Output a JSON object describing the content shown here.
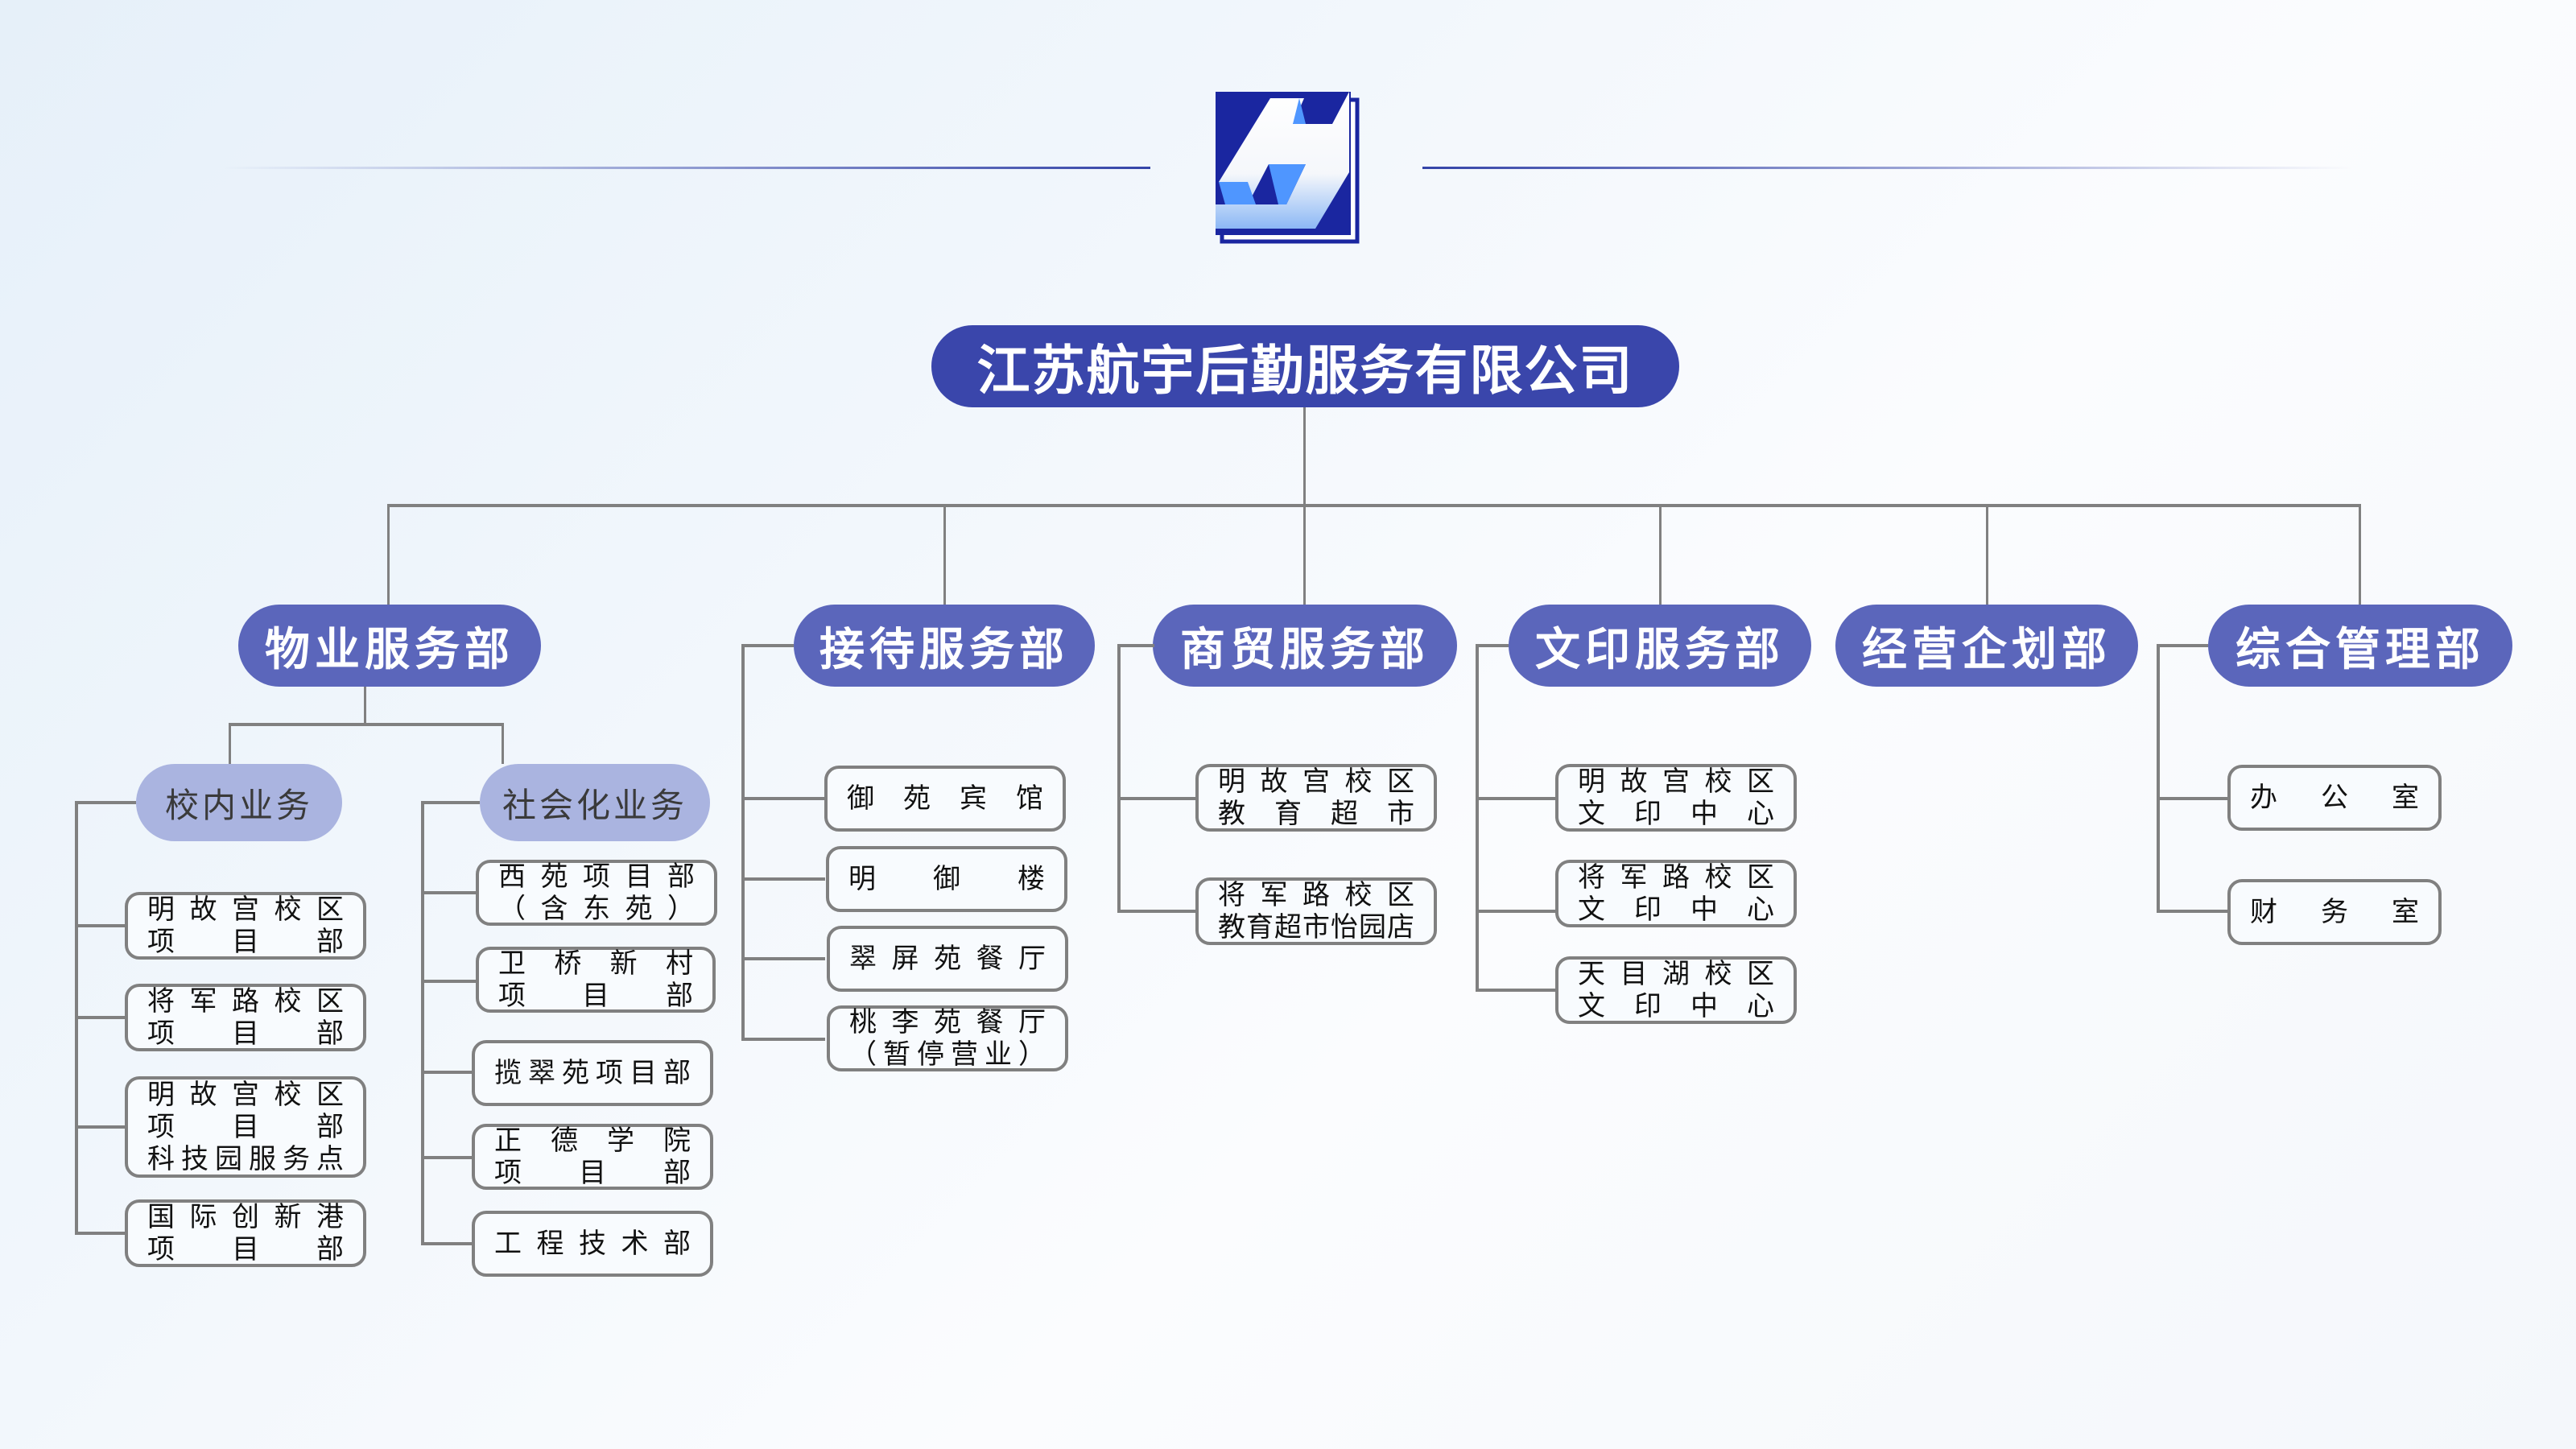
{
  "logo": {
    "icon": "hangyu-logo-icon",
    "colors": {
      "dark": "#1a26a0",
      "light": "#4f96ff"
    }
  },
  "company": {
    "name": "江苏航宇后勤服务有限公司"
  },
  "colors": {
    "title_pill": "#3a46ab",
    "dept_pill": "#5b66bb",
    "sub_pill": "#aab4e0",
    "connector": "#808080"
  },
  "departments": [
    {
      "name": "物业服务部",
      "groups": [
        {
          "name": "校内业务",
          "units": [
            {
              "lines": [
                [
                  "明",
                  "故",
                  "宫",
                  "校",
                  "区"
                ],
                [
                  "项",
                  "目",
                  "部"
                ]
              ]
            },
            {
              "lines": [
                [
                  "将",
                  "军",
                  "路",
                  "校",
                  "区"
                ],
                [
                  "项",
                  "目",
                  "部"
                ]
              ]
            },
            {
              "lines": [
                [
                  "明",
                  "故",
                  "宫",
                  "校",
                  "区"
                ],
                [
                  "项",
                  "目",
                  "部"
                ],
                [
                  "科",
                  "技",
                  "园",
                  "服",
                  "务",
                  "点"
                ]
              ]
            },
            {
              "lines": [
                [
                  "国",
                  "际",
                  "创",
                  "新",
                  "港"
                ],
                [
                  "项",
                  "目",
                  "部"
                ]
              ]
            }
          ]
        },
        {
          "name": "社会化业务",
          "units": [
            {
              "lines": [
                [
                  "西",
                  "苑",
                  "项",
                  "目",
                  "部"
                ],
                [
                  "（",
                  "含",
                  "东",
                  "苑",
                  "）"
                ]
              ]
            },
            {
              "lines": [
                [
                  "卫",
                  "桥",
                  "新",
                  "村"
                ],
                [
                  "项",
                  "目",
                  "部"
                ]
              ]
            },
            {
              "lines": [
                [
                  "揽",
                  "翠",
                  "苑",
                  "项",
                  "目",
                  "部"
                ]
              ]
            },
            {
              "lines": [
                [
                  "正",
                  "德",
                  "学",
                  "院"
                ],
                [
                  "项",
                  "目",
                  "部"
                ]
              ]
            },
            {
              "lines": [
                [
                  "工",
                  "程",
                  "技",
                  "术",
                  "部"
                ]
              ]
            }
          ]
        }
      ]
    },
    {
      "name": "接待服务部",
      "units": [
        {
          "lines": [
            [
              "御",
              "苑",
              "宾",
              "馆"
            ]
          ]
        },
        {
          "lines": [
            [
              "明",
              "御",
              "楼"
            ]
          ]
        },
        {
          "lines": [
            [
              "翠",
              "屏",
              "苑",
              "餐",
              "厅"
            ]
          ]
        },
        {
          "lines": [
            [
              "桃",
              "李",
              "苑",
              "餐",
              "厅"
            ],
            [
              "（",
              "暂",
              "停",
              "营",
              "业",
              "）"
            ]
          ]
        }
      ]
    },
    {
      "name": "商贸服务部",
      "units": [
        {
          "lines": [
            [
              "明",
              "故",
              "宫",
              "校",
              "区"
            ],
            [
              "教",
              "育",
              "超",
              "市"
            ]
          ]
        },
        {
          "lines": [
            [
              "将",
              "军",
              "路",
              "校",
              "区"
            ],
            [
              "教",
              "育",
              "超",
              "市",
              "怡",
              "园",
              "店"
            ]
          ]
        }
      ]
    },
    {
      "name": "文印服务部",
      "units": [
        {
          "lines": [
            [
              "明",
              "故",
              "宫",
              "校",
              "区"
            ],
            [
              "文",
              "印",
              "中",
              "心"
            ]
          ]
        },
        {
          "lines": [
            [
              "将",
              "军",
              "路",
              "校",
              "区"
            ],
            [
              "文",
              "印",
              "中",
              "心"
            ]
          ]
        },
        {
          "lines": [
            [
              "天",
              "目",
              "湖",
              "校",
              "区"
            ],
            [
              "文",
              "印",
              "中",
              "心"
            ]
          ]
        }
      ]
    },
    {
      "name": "经营企划部",
      "units": []
    },
    {
      "name": "综合管理部",
      "units": [
        {
          "lines": [
            [
              "办",
              "公",
              "室"
            ]
          ]
        },
        {
          "lines": [
            [
              "财",
              "务",
              "室"
            ]
          ]
        }
      ]
    }
  ]
}
